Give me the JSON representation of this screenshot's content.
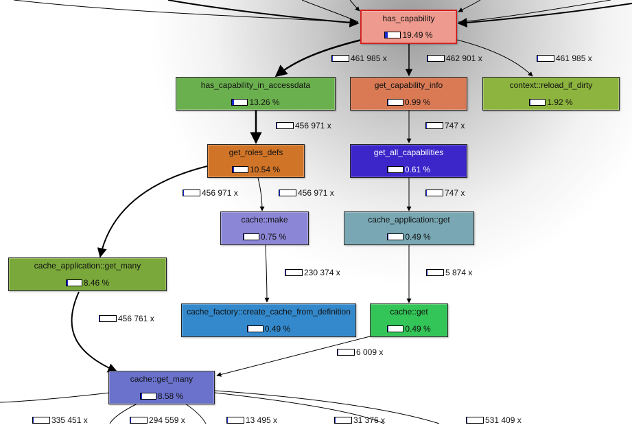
{
  "nodes": {
    "has_capability": {
      "name": "has_capability",
      "pct": "19.49 %",
      "fill": 0.1949,
      "color": "#ee9a8e"
    },
    "has_capability_in_accessdata": {
      "name": "has_capability_in_accessdata",
      "pct": "13.26 %",
      "fill": 0.1326,
      "color": "#6bb04f"
    },
    "get_capability_info": {
      "name": "get_capability_info",
      "pct": "0.99 %",
      "fill": 0.0099,
      "color": "#d97a55"
    },
    "context_reload_if_dirty": {
      "name": "context::reload_if_dirty",
      "pct": "1.92 %",
      "fill": 0.0192,
      "color": "#8db43e"
    },
    "get_roles_defs": {
      "name": "get_roles_defs",
      "pct": "10.54 %",
      "fill": 0.1054,
      "color": "#d07428"
    },
    "get_all_capabilities": {
      "name": "get_all_capabilities",
      "pct": "0.61 %",
      "fill": 0.0061,
      "color": "#3c25c9"
    },
    "cache_make": {
      "name": "cache::make",
      "pct": "0.75 %",
      "fill": 0.0075,
      "color": "#8c86d6"
    },
    "cache_application_get": {
      "name": "cache_application::get",
      "pct": "0.49 %",
      "fill": 0.0049,
      "color": "#79a8b4"
    },
    "cache_application_get_many": {
      "name": "cache_application::get_many",
      "pct": "8.46 %",
      "fill": 0.0846,
      "color": "#7aa83a"
    },
    "cache_factory_create": {
      "name": "cache_factory::create_cache_from_definition",
      "pct": "0.49 %",
      "fill": 0.0049,
      "color": "#3389cc"
    },
    "cache_get": {
      "name": "cache::get",
      "pct": "0.49 %",
      "fill": 0.0049,
      "color": "#33c557"
    },
    "cache_get_many": {
      "name": "cache::get_many",
      "pct": "8.58 %",
      "fill": 0.0858,
      "color": "#6a72cc"
    }
  },
  "edges": {
    "e1": "461 985 x",
    "e2": "462 901 x",
    "e3": "461 985 x",
    "e4": "456 971 x",
    "e5": "747 x",
    "e6": "456 971 x",
    "e7": "456 971 x",
    "e8": "747 x",
    "e9": "230 374 x",
    "e10": "5 874 x",
    "e11": "456 761 x",
    "e12": "6 009 x",
    "e13": "335 451 x",
    "e14": "294 559 x",
    "e15": "13 495 x",
    "e16": "31 376 x",
    "e17": "531 409 x"
  },
  "edge_fill": {
    "e1": 0.05,
    "e2": 0.05,
    "e3": 0.02,
    "e4": 0.05,
    "e5": 0.02,
    "e6": 0.05,
    "e7": 0.02,
    "e8": 0.02,
    "e9": 0.02,
    "e10": 0.02,
    "e11": 0.05,
    "e12": 0.02,
    "e13": 0.02,
    "e14": 0.02,
    "e15": 0.02,
    "e16": 0.02,
    "e17": 0.02
  }
}
